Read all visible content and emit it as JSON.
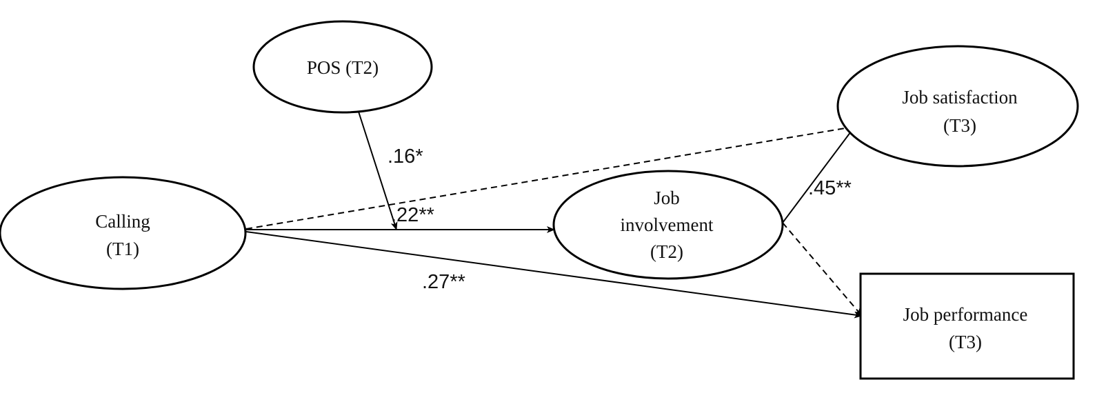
{
  "nodes": {
    "pos": {
      "line1": "POS (T2)"
    },
    "calling": {
      "line1": "Calling",
      "line2": "(T1)"
    },
    "involvement": {
      "line1": "Job",
      "line2": "involvement",
      "line3": "(T2)"
    },
    "satisfaction": {
      "line1": "Job satisfaction",
      "line2": "(T3)"
    },
    "performance": {
      "line1": "Job performance",
      "line2": "(T3)"
    }
  },
  "paths": {
    "pos_moderation": ".16*",
    "calling_to_involvement": ".22**",
    "calling_to_performance": ".27**",
    "involvement_to_satisfaction": ".45**"
  }
}
